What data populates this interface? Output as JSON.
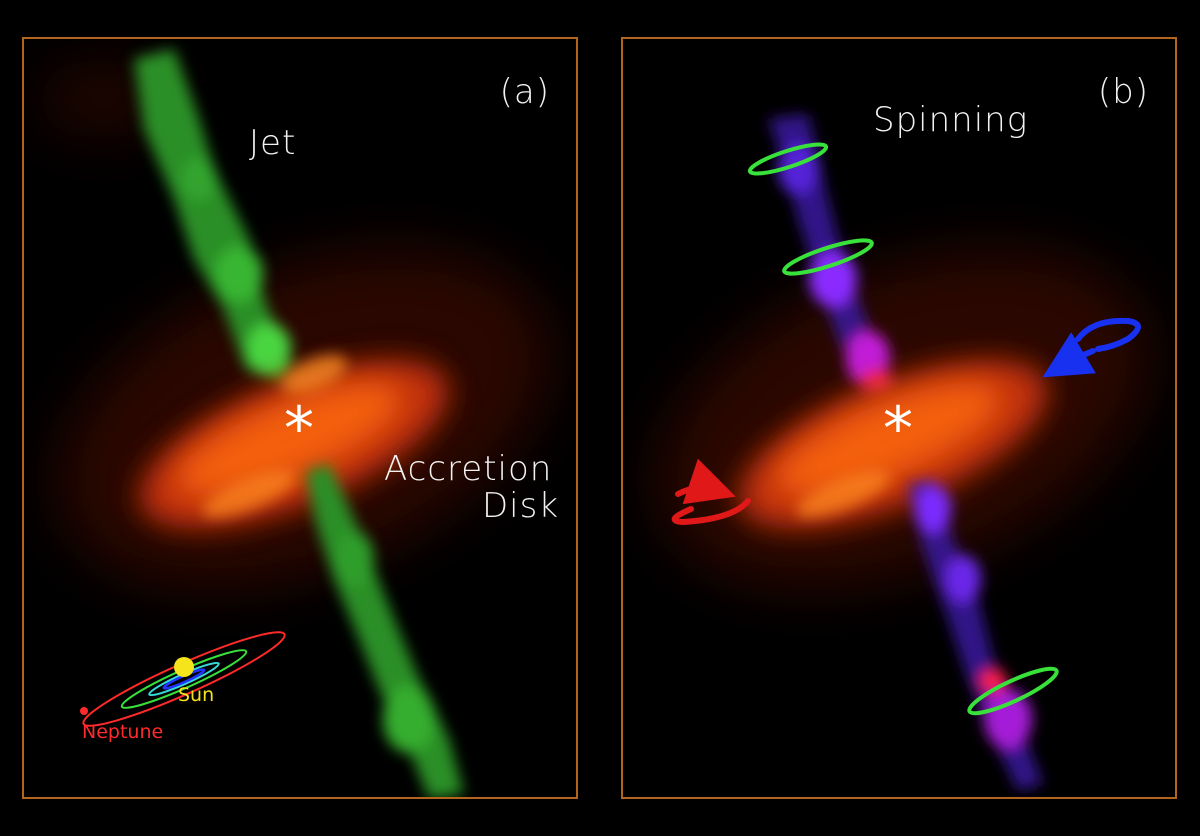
{
  "panels": [
    {
      "letter": "(a)",
      "labels": {
        "jet": "Jet",
        "accretion": "Accretion",
        "disk": "Disk",
        "star": "*",
        "sun": "Sun",
        "neptune": "Neptune"
      }
    },
    {
      "letter": "(b)",
      "labels": {
        "spinning": "Spinning",
        "star": "*"
      }
    }
  ],
  "colors": {
    "frame": "#b4651b",
    "jet": "#2fa82a",
    "disk": "#ff6a10",
    "jet_core": "#5a3cff",
    "ring_green": "#39e23a",
    "arrow_red": "#e01818",
    "arrow_blue": "#1830f0",
    "sun": "#f5e31c",
    "neptune": "#ff2a2a"
  }
}
